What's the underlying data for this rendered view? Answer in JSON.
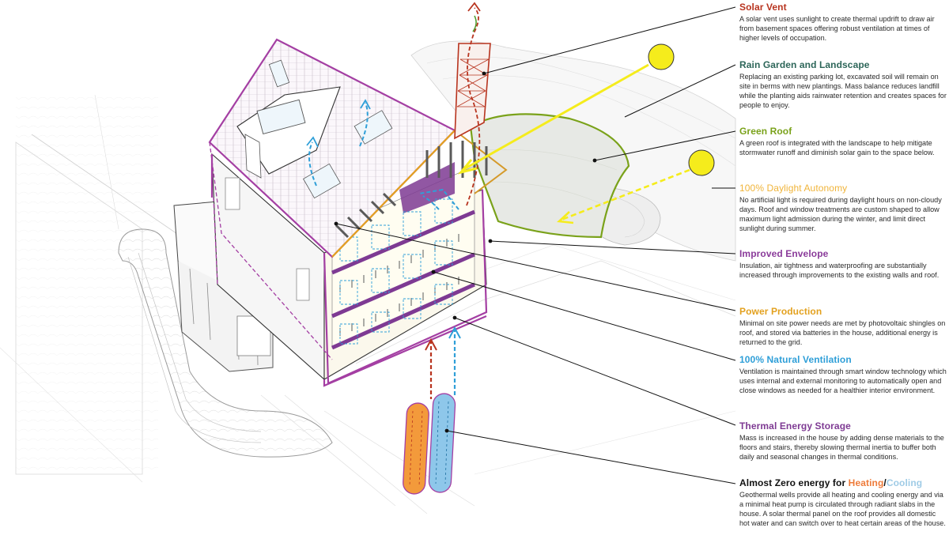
{
  "annotations": {
    "solar_vent": {
      "title": "Solar Vent",
      "body": "A solar vent uses sunlight to create thermal updrift to draw air from basement spaces offering robust ventilation at times of higher levels of occupation."
    },
    "rain_garden": {
      "title": "Rain Garden and Landscape",
      "body": "Replacing an existing parking lot, excavated soil will remain on site in berms with new plantings. Mass balance reduces landfill while the planting aids rainwater retention and creates spaces for people to enjoy."
    },
    "green_roof": {
      "title": "Green Roof",
      "body": "A green roof is integrated with the landscape to help mitigate stormwater runoff and diminish solar gain to the space below."
    },
    "daylight": {
      "title": "100% Daylight Autonomy",
      "body": "No artificial light is required during daylight hours on non-cloudy days. Roof and window treatments are custom shaped to allow maximum light admission during the winter, and limit direct sunlight during summer."
    },
    "envelope": {
      "title": "Improved Envelope",
      "body": "Insulation, air tightness and waterproofing are substantially increased through improvements to the existing walls and roof."
    },
    "power": {
      "title": "Power Production",
      "body": "Minimal on site power needs are met by photovoltaic shingles on roof, and stored via batteries in the house, additional energy is returned to the grid."
    },
    "ventilation": {
      "title": "100% Natural Ventilation",
      "body": "Ventilation is maintained through smart window technology which uses internal and external monitoring to automatically open and close windows as needed for a healthier interior environment."
    },
    "thermal": {
      "title": "Thermal Energy Storage",
      "body": "Mass is increased in the house by adding dense materials to the floors and stairs, thereby slowing thermal inertia to buffer both daily and seasonal changes in thermal conditions."
    },
    "zero_energy": {
      "title_prefix": "Almost Zero energy for ",
      "heating": "Heating",
      "slash": "/",
      "cooling": "Cooling",
      "body": "Geothermal wells provide all heating and cooling energy and via a minimal heat pump is circulated through radiant slabs in the house. A solar thermal panel on the roof provides all domestic hot water and can switch over to heat certain areas of the house."
    }
  },
  "colors": {
    "solar_vent": "#b8341f",
    "rain_garden": "#2d6659",
    "green_roof": "#7aa21a",
    "daylight": "#f0b43a",
    "envelope": "#8a3b9a",
    "power": "#e3a11f",
    "ventilation": "#2f9fd8",
    "thermal": "#7e3a93",
    "heating": "#ee7b3a",
    "cooling": "#9fcbe6",
    "sun": "#f5ec1c"
  }
}
